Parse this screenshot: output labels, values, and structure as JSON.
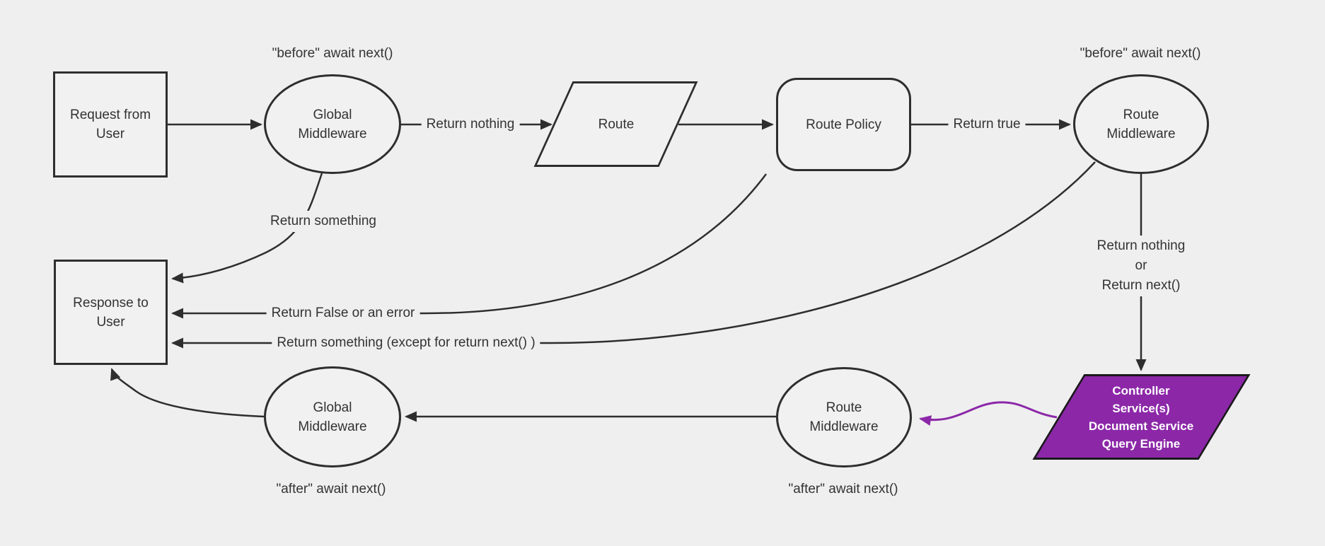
{
  "colors": {
    "background": "#efefef",
    "node_fill": "#f1f1f1",
    "node_stroke": "#2e2e2e",
    "text": "#333333",
    "accent_purple": "#8C28A8",
    "purple_border": "#1a1a1a",
    "purple_text": "#ffffff"
  },
  "nodes": {
    "request": {
      "label": "Request from\nUser",
      "shape": "rect"
    },
    "global_middleware_top": {
      "label": "Global\nMiddleware",
      "shape": "ellipse"
    },
    "route": {
      "label": "Route",
      "shape": "parallelogram"
    },
    "route_policy": {
      "label": "Route Policy",
      "shape": "rounded-rect"
    },
    "route_middleware_top": {
      "label": "Route\nMiddleware",
      "shape": "ellipse"
    },
    "response": {
      "label": "Response to\nUser",
      "shape": "rect"
    },
    "global_middleware_bottom": {
      "label": "Global\nMiddleware",
      "shape": "ellipse"
    },
    "route_middleware_bottom": {
      "label": "Route\nMiddleware",
      "shape": "ellipse"
    },
    "controller": {
      "label": "Controller\nService(s)\nDocument Service\nQuery Engine",
      "shape": "parallelogram"
    }
  },
  "edge_labels": {
    "return_nothing": "Return nothing",
    "return_true": "Return true",
    "return_something": "Return something",
    "return_false": "Return False or an error",
    "return_something_except": "Return something (except for return next() )",
    "return_nothing_or_next": "Return nothing\nor\nReturn next()"
  },
  "annotations": {
    "before_global": "\"before\" await next()",
    "before_route": "\"before\" await next()",
    "after_global": "\"after\" await next()",
    "after_route": "\"after\" await next()"
  }
}
